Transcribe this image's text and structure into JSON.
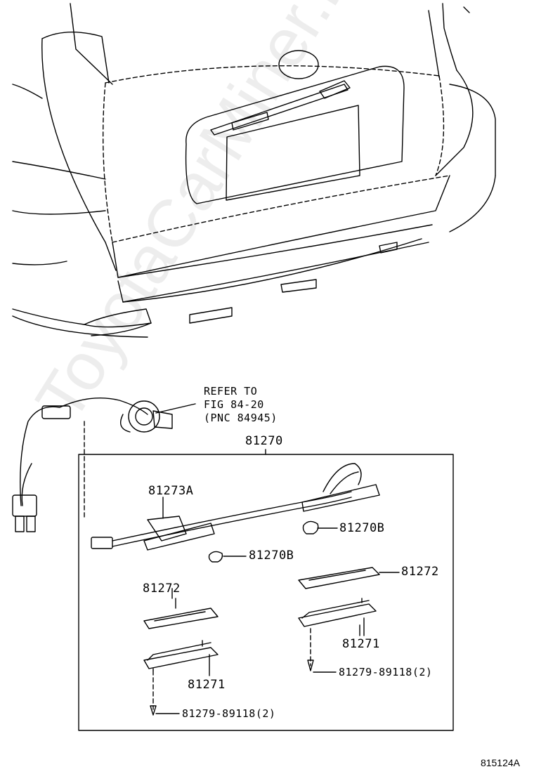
{
  "watermark": "ToyotaCarMiner.ru",
  "figure_id": "815124A",
  "reference": {
    "line1": "REFER TO",
    "line2": "FIG 84-20",
    "line3": "(PNC 84945)"
  },
  "parts": {
    "assembly": "81270",
    "lamp_socket": "81273A",
    "bulb_upper": "81270B",
    "bulb_lower": "81270B",
    "lens_right": "81272",
    "lens_left": "81272",
    "housing_right": "81271",
    "housing_left": "81271",
    "screw_right": "81279-89118(2)",
    "screw_left": "81279-89118(2)"
  }
}
